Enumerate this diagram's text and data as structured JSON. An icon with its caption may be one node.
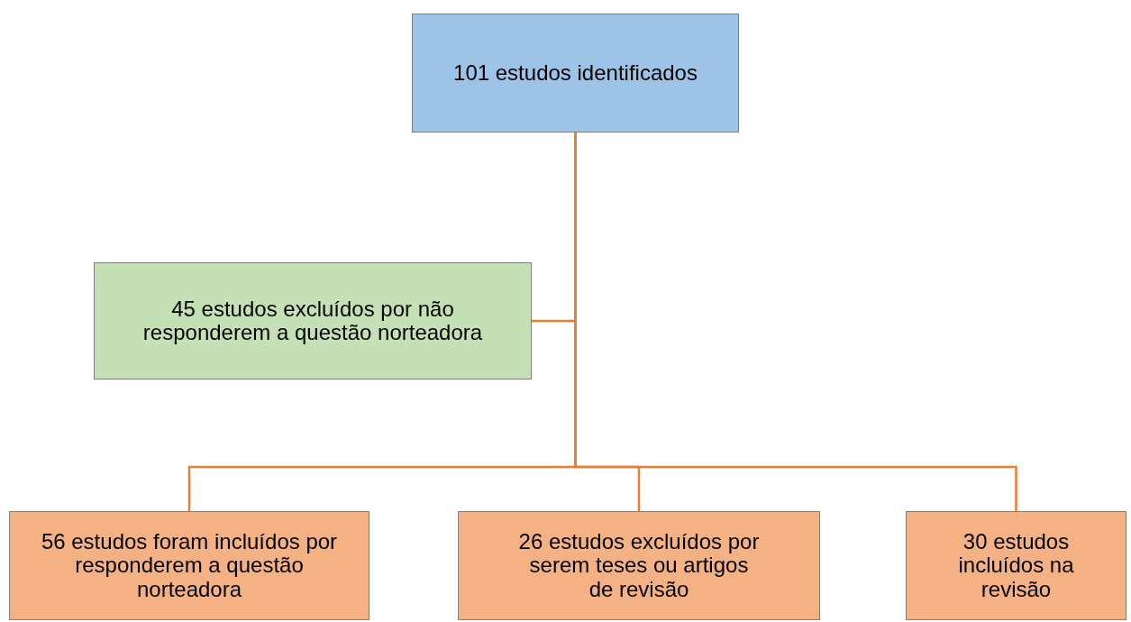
{
  "diagram": {
    "nodes": [
      {
        "text": [
          "101 estudos identificados"
        ]
      },
      {
        "text": [
          "45 estudos excluídos por não responderem a questão norteadora"
        ]
      },
      {
        "text": [
          "56 estudos foram incluídos por responderem a questão norteadora"
        ]
      },
      {
        "text": [
          "26 estudos excluídos por serem teses ou artigos de revisão"
        ]
      },
      {
        "text": [
          "30 estudos incluídos na revisão"
        ]
      }
    ],
    "edges": [
      {
        "from": 0,
        "to": 1,
        "arrow": "none"
      },
      {
        "from": 0,
        "to": 2,
        "arrow": "none"
      },
      {
        "from": 0,
        "to": 3,
        "arrow": "none"
      },
      {
        "from": 0,
        "to": 4,
        "arrow": "none"
      }
    ]
  }
}
